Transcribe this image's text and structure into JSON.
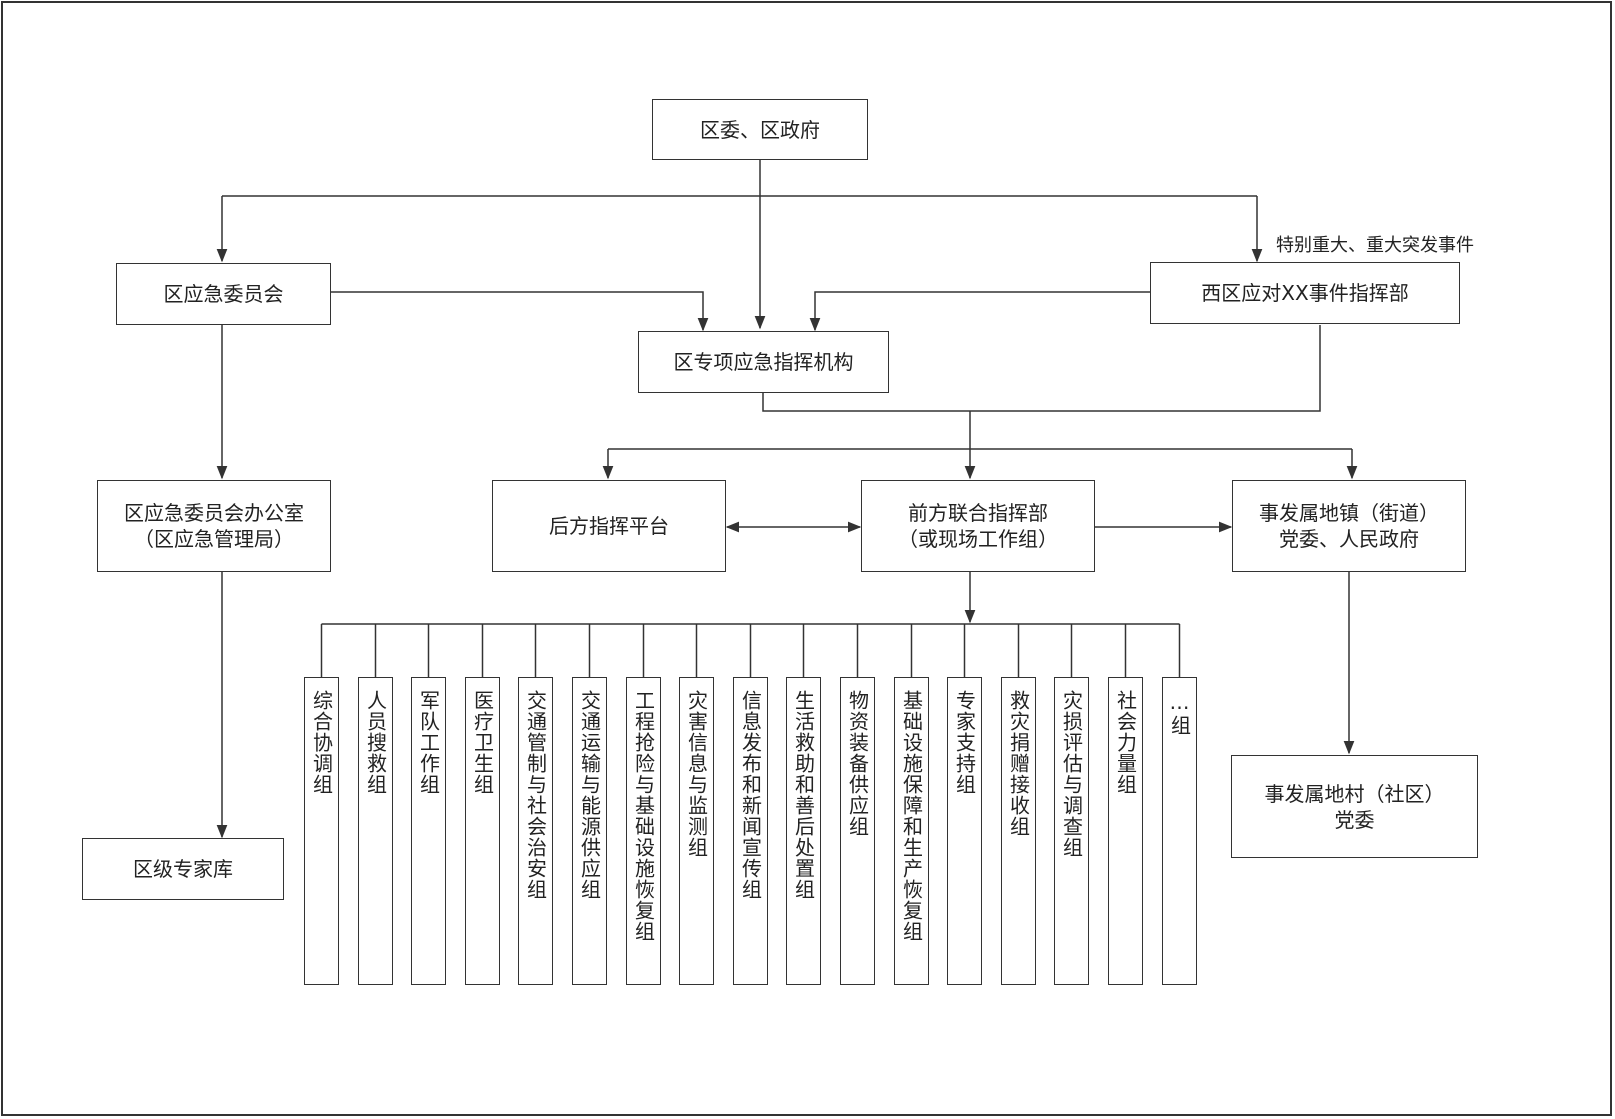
{
  "nodes": {
    "gov": "区委、区政府",
    "committee": "区应急委员会",
    "hq": "西区应对XX事件指挥部",
    "special": "区专项应急指挥机构",
    "office_l1": "区应急委员会办公室",
    "office_l2": "（区应急管理局）",
    "rear": "后方指挥平台",
    "front_l1": "前方联合指挥部",
    "front_l2": "（或现场工作组）",
    "town_l1": "事发属地镇（街道）",
    "town_l2": "党委、人民政府",
    "experts": "区级专家库",
    "village_l1": "事发属地村（社区）",
    "village_l2": "党委"
  },
  "edge_label": "特别重大、重大突发事件",
  "groups": [
    "综合协调组",
    "人员搜救组",
    "军队工作组",
    "医疗卫生组",
    "交通管制与社会治安组",
    "交通运输与能源供应组",
    "工程抢险与基础设施恢复组",
    "灾害信息与监测组",
    "信息发布和新闻宣传组",
    "生活救助和善后处置组",
    "物资装备供应组",
    "基础设施保障和生产恢复组",
    "专家支持组",
    "救灾捐赠接收组",
    "灾损评估与调查组",
    "社会力量组",
    "…组"
  ]
}
